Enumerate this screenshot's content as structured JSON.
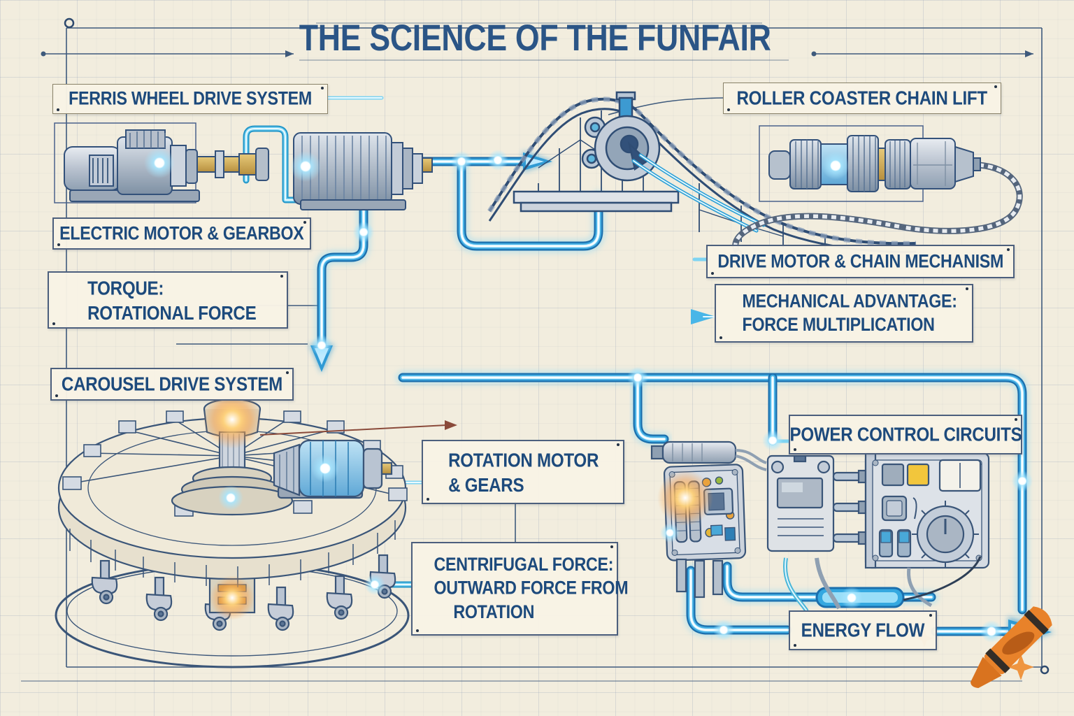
{
  "title": "THE SCIENCE OF THE FUNFAIR",
  "labels": {
    "ferris_wheel": "FERRIS WHEEL DRIVE SYSTEM",
    "electric_motor": "ELECTRIC MOTOR & GEARBOX",
    "torque": {
      "line1": "TORQUE:",
      "line2": "ROTATIONAL FORCE"
    },
    "carousel": "CAROUSEL DRIVE SYSTEM",
    "roller_coaster": "ROLLER COASTER CHAIN LIFT",
    "drive_motor": "DRIVE MOTOR & CHAIN MECHANISM",
    "mechanical_advantage": {
      "line1": "MECHANICAL ADVANTAGE:",
      "line2": "FORCE MULTIPLICATION"
    },
    "power_control": "POWER CONTROL CIRCUITS",
    "rotation_motor": {
      "line1": "ROTATION MOTOR",
      "line2": "& GEARS"
    },
    "centrifugal": {
      "line1": "CENTRIFUGAL FORCE:",
      "line2": "OUTWARD FORCE FROM",
      "line3": "ROTATION"
    },
    "energy_flow": "ENERGY FLOW"
  },
  "colors": {
    "paper": "#f2edde",
    "ink": "#1d4a7c",
    "pipe_outer": "#1b6fad",
    "pipe_mid": "#43aee3",
    "pipe_core": "#c9efff",
    "node_glow": "#9fe2ff",
    "orange_glow": "#ffa43c",
    "crayon_orange": "#e8822a"
  },
  "icons": {
    "watermark": "crayon-logo",
    "sparkle": "sparkle-icon"
  }
}
